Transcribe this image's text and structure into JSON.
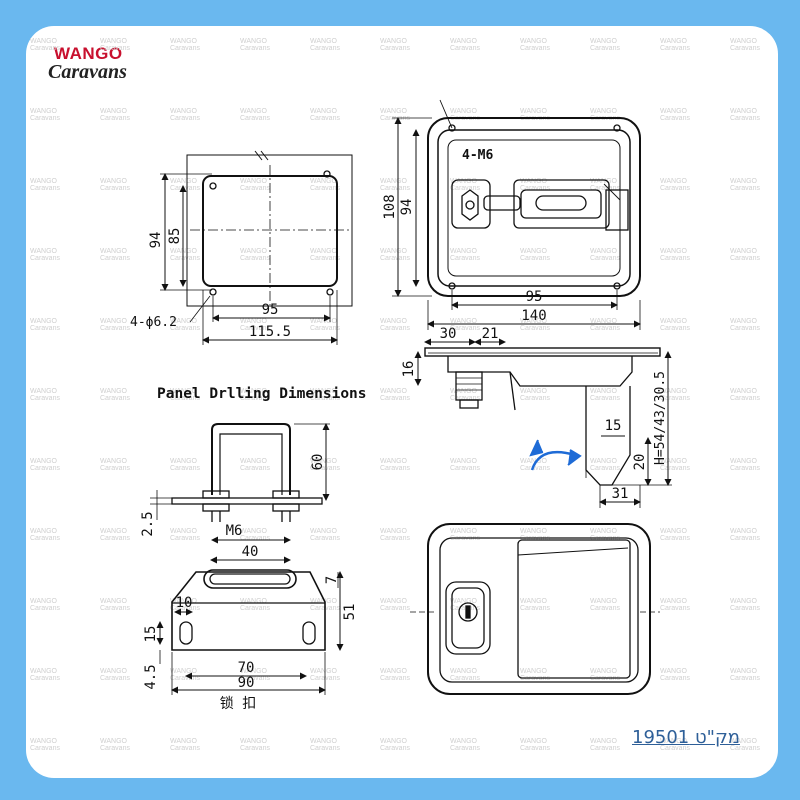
{
  "brand": {
    "logo_text": "WANGO Caravans"
  },
  "sku_label": "מק\"ט 19501",
  "panel_drilling": {
    "heading": "Panel Drlling Dimensions",
    "dim_94": "94",
    "dim_85": "85",
    "dim_95": "95",
    "dim_115_5": "115.5",
    "holes": "4-ϕ6.2"
  },
  "front_view": {
    "callout": "4-M6",
    "dim_108": "108",
    "dim_94": "94",
    "dim_95": "95",
    "dim_140": "140"
  },
  "side_view": {
    "dim_30": "30",
    "dim_21": "21",
    "dim_16": "16",
    "dim_15": "15",
    "dim_20": "20",
    "dim_31": "31",
    "dim_h": "H=54/43/30.5"
  },
  "bracket": {
    "dim_60": "60",
    "dim_2_5": "2.5",
    "dim_m6": "M6"
  },
  "catch_plate": {
    "dim_40": "40",
    "dim_7": "7",
    "dim_10": "10",
    "dim_15": "15",
    "dim_51": "51",
    "dim_4_5": "4.5",
    "dim_70": "70",
    "dim_90": "90",
    "label": "锁 扣"
  }
}
